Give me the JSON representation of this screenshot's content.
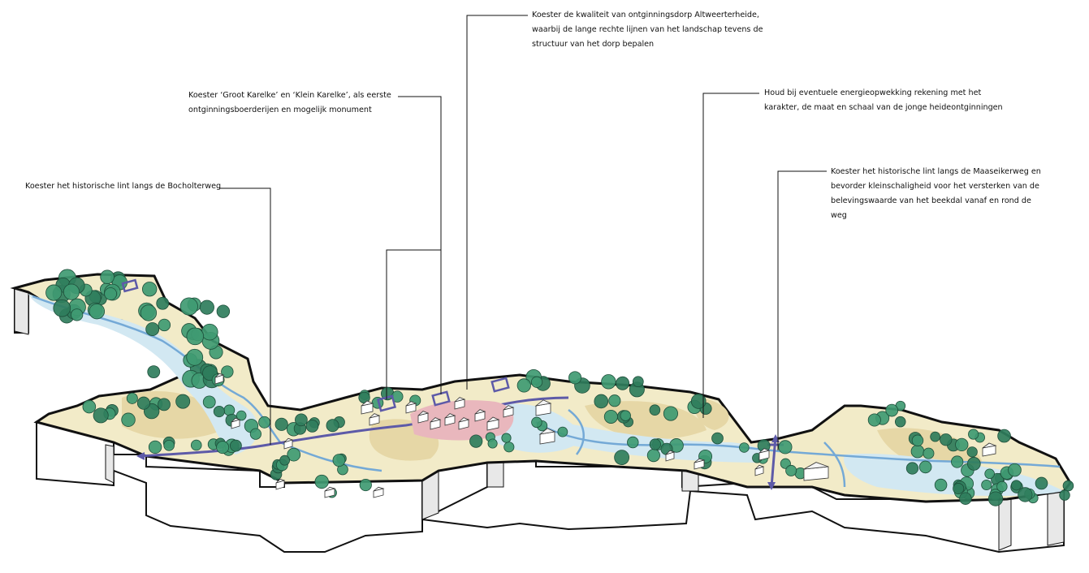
{
  "annotations": [
    {
      "id": "bocholterweg",
      "lines": [
        "Koester het historische lint langs de Bocholterweg"
      ]
    },
    {
      "id": "karelke",
      "lines": [
        "Koester ‘Groot Karelke’ en ‘Klein Karelke’, als eerste",
        "ontginningsboerderijen en mogelijk monument"
      ]
    },
    {
      "id": "altweerterheide",
      "lines": [
        "Koester de kwaliteit van ontginningsdorp Altweerterheide,",
        "waarbij de lange rechte lijnen van het landschap tevens de",
        "structuur van het dorp bepalen"
      ]
    },
    {
      "id": "energie",
      "lines": [
        "Houd bij eventuele energieopwekking rekening met het",
        "karakter, de maat en schaal van de jonge heideontginningen"
      ]
    },
    {
      "id": "maaseikerweg",
      "lines": [
        "Koester het historische lint langs de Maaseikerweg en",
        "bevorder kleinschaligheid voor het versterken van de",
        "belevingswaarde van het beekdal vanaf en rond de",
        "weg"
      ]
    }
  ],
  "colors": {
    "terrain": "#f2ebc8",
    "heath": "#e6d7a6",
    "water": "#d2e8f2",
    "stream": "#74a9d6",
    "road": "#5d5aa8",
    "village": "#e9b7bd",
    "tree": "#3f9a72",
    "tree_dark": "#2f7d5c",
    "outline": "#111111"
  }
}
